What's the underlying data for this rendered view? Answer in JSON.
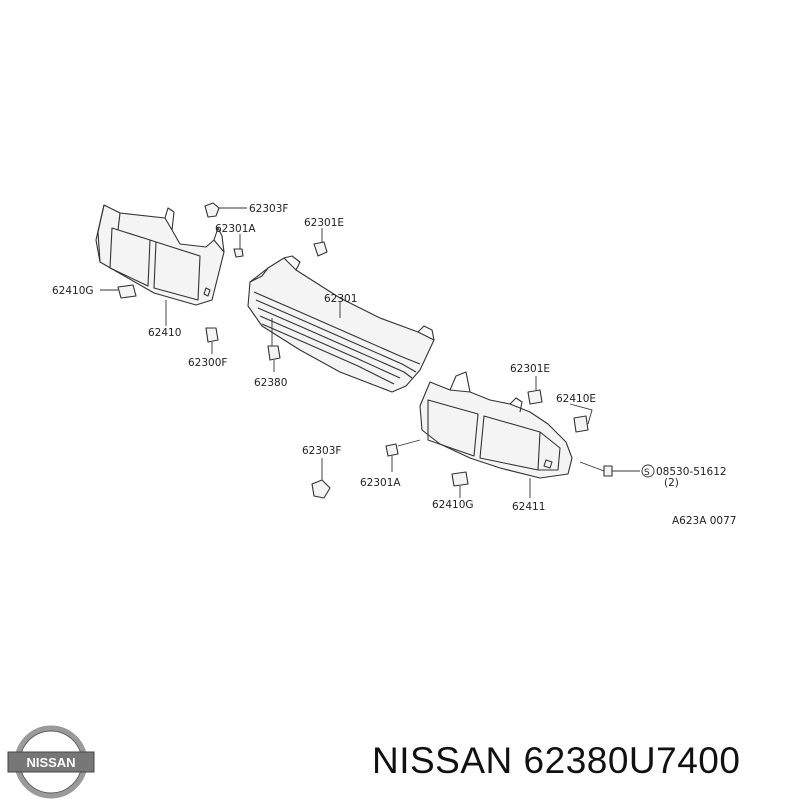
{
  "callouts": {
    "c62303F_top": "62303F",
    "c62301A_top": "62301A",
    "c62301E_top": "62301E",
    "c62410G_left": "62410G",
    "c62301": "62301",
    "c62410": "62410",
    "c62300F": "62300F",
    "c62380": "62380",
    "c62301E_right": "62301E",
    "c62410E": "62410E",
    "c62303F_bottom": "62303F",
    "c62301A_bottom": "62301A",
    "c62410G_bottom": "62410G",
    "c62411": "62411",
    "screw_spec": "08530-51612",
    "screw_qty": "(2)",
    "screw_symbol": "S",
    "drawing_code": "A623A 0077"
  },
  "brand": {
    "logo_text": "NISSAN",
    "caption": "NISSAN 62380U7400"
  }
}
